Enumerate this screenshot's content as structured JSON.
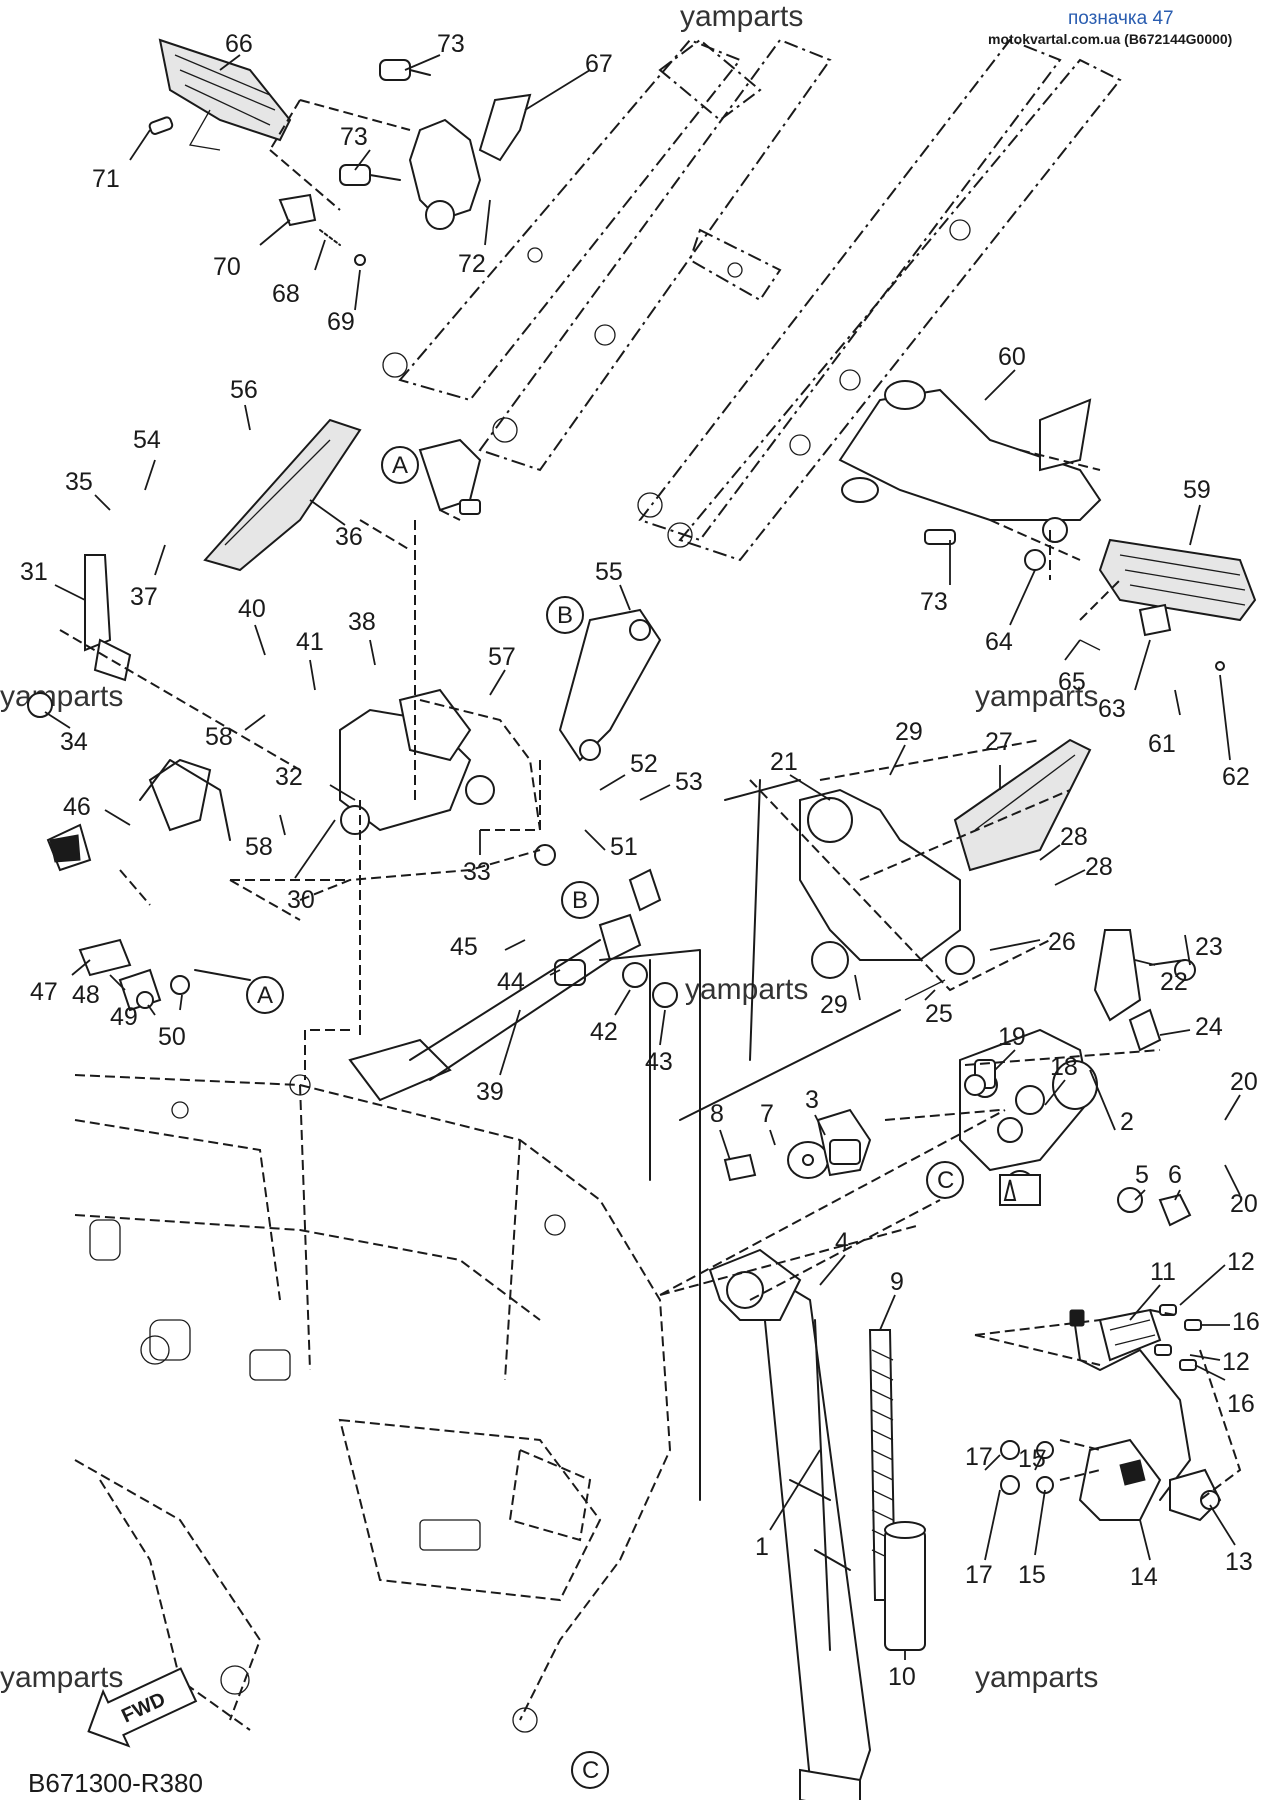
{
  "header": {
    "title": "позначка 47",
    "site": "motokvartal.com.ua (B672144G0000)"
  },
  "watermark": "yamparts",
  "diagram_code": "B671300-R380",
  "fwd_label": "FWD",
  "reference_letters": [
    "A",
    "B",
    "C"
  ],
  "callouts": [
    "1",
    "2",
    "3",
    "4",
    "5",
    "6",
    "7",
    "8",
    "9",
    "10",
    "11",
    "12",
    "13",
    "14",
    "15",
    "16",
    "17",
    "18",
    "19",
    "20",
    "21",
    "22",
    "23",
    "24",
    "25",
    "26",
    "27",
    "28",
    "29",
    "30",
    "31",
    "32",
    "33",
    "34",
    "35",
    "36",
    "37",
    "38",
    "39",
    "40",
    "41",
    "42",
    "43",
    "44",
    "45",
    "46",
    "47",
    "48",
    "49",
    "50",
    "51",
    "52",
    "53",
    "54",
    "55",
    "56",
    "57",
    "58",
    "59",
    "60",
    "61",
    "62",
    "63",
    "64",
    "65",
    "66",
    "67",
    "68",
    "69",
    "70",
    "71",
    "72",
    "73"
  ]
}
